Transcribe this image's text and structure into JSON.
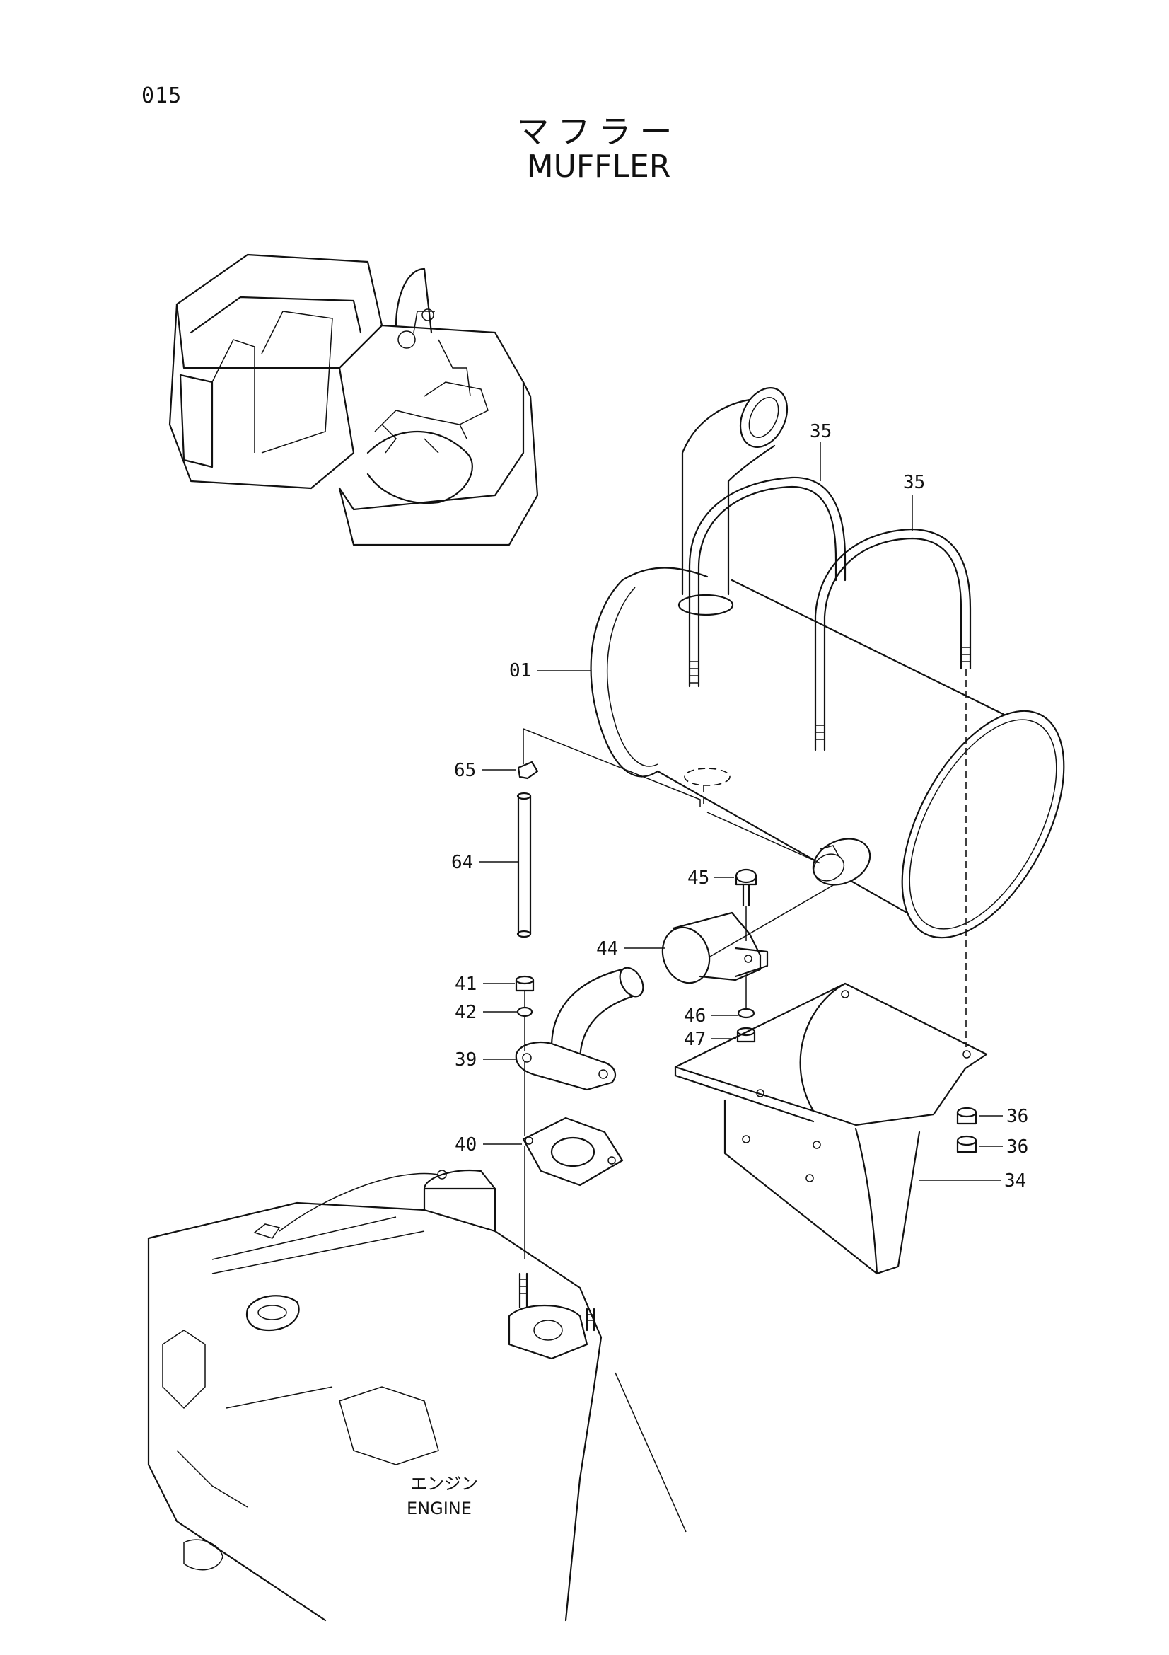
{
  "page_code": "015",
  "title_jp": "マフラー",
  "title_en": "MUFFLER",
  "engine_label_jp": "エンジン",
  "engine_label_en": "ENGINE",
  "callouts": [
    {
      "id": "c35a",
      "text": "35"
    },
    {
      "id": "c35b",
      "text": "35"
    },
    {
      "id": "c01",
      "text": "01"
    },
    {
      "id": "c65",
      "text": "65"
    },
    {
      "id": "c64",
      "text": "64"
    },
    {
      "id": "c45",
      "text": "45"
    },
    {
      "id": "c44",
      "text": "44"
    },
    {
      "id": "c41",
      "text": "41"
    },
    {
      "id": "c42",
      "text": "42"
    },
    {
      "id": "c46",
      "text": "46"
    },
    {
      "id": "c47",
      "text": "47"
    },
    {
      "id": "c39",
      "text": "39"
    },
    {
      "id": "c40",
      "text": "40"
    },
    {
      "id": "c36a",
      "text": "36"
    },
    {
      "id": "c36b",
      "text": "36"
    },
    {
      "id": "c34",
      "text": "34"
    }
  ]
}
